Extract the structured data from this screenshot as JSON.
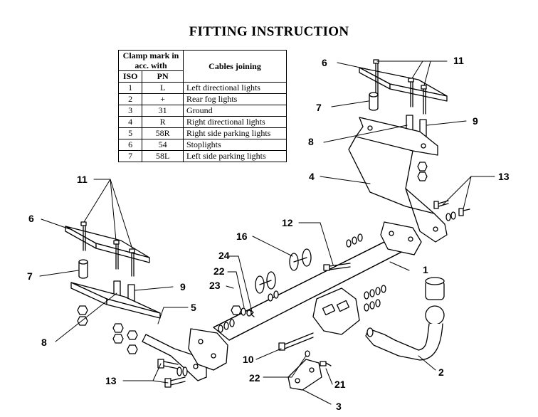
{
  "title": "FITTING INSTRUCTION",
  "table": {
    "header_clamp": "Clamp mark in acc. with",
    "header_iso": "ISO",
    "header_pn": "PN",
    "header_cables": "Cables joining",
    "rows": [
      {
        "iso": "1",
        "pn": "L",
        "cable": "Left directional lights"
      },
      {
        "iso": "2",
        "pn": "+",
        "cable": "Rear fog lights"
      },
      {
        "iso": "3",
        "pn": "31",
        "cable": "Ground"
      },
      {
        "iso": "4",
        "pn": "R",
        "cable": "Right directional lights"
      },
      {
        "iso": "5",
        "pn": "58R",
        "cable": "Right side parking lights"
      },
      {
        "iso": "6",
        "pn": "54",
        "cable": "Stoplights"
      },
      {
        "iso": "7",
        "pn": "58L",
        "cable": "Left side parking lights"
      }
    ]
  },
  "parts": {
    "p1": "1",
    "p2": "2",
    "p3": "3",
    "p4": "4",
    "p5": "5",
    "p6": "6",
    "p7": "7",
    "p8": "8",
    "p9": "9",
    "p10": "10",
    "p11": "11",
    "p12": "12",
    "p13": "13",
    "p16": "16",
    "p21": "21",
    "p22": "22",
    "p23": "23",
    "p24": "24"
  }
}
